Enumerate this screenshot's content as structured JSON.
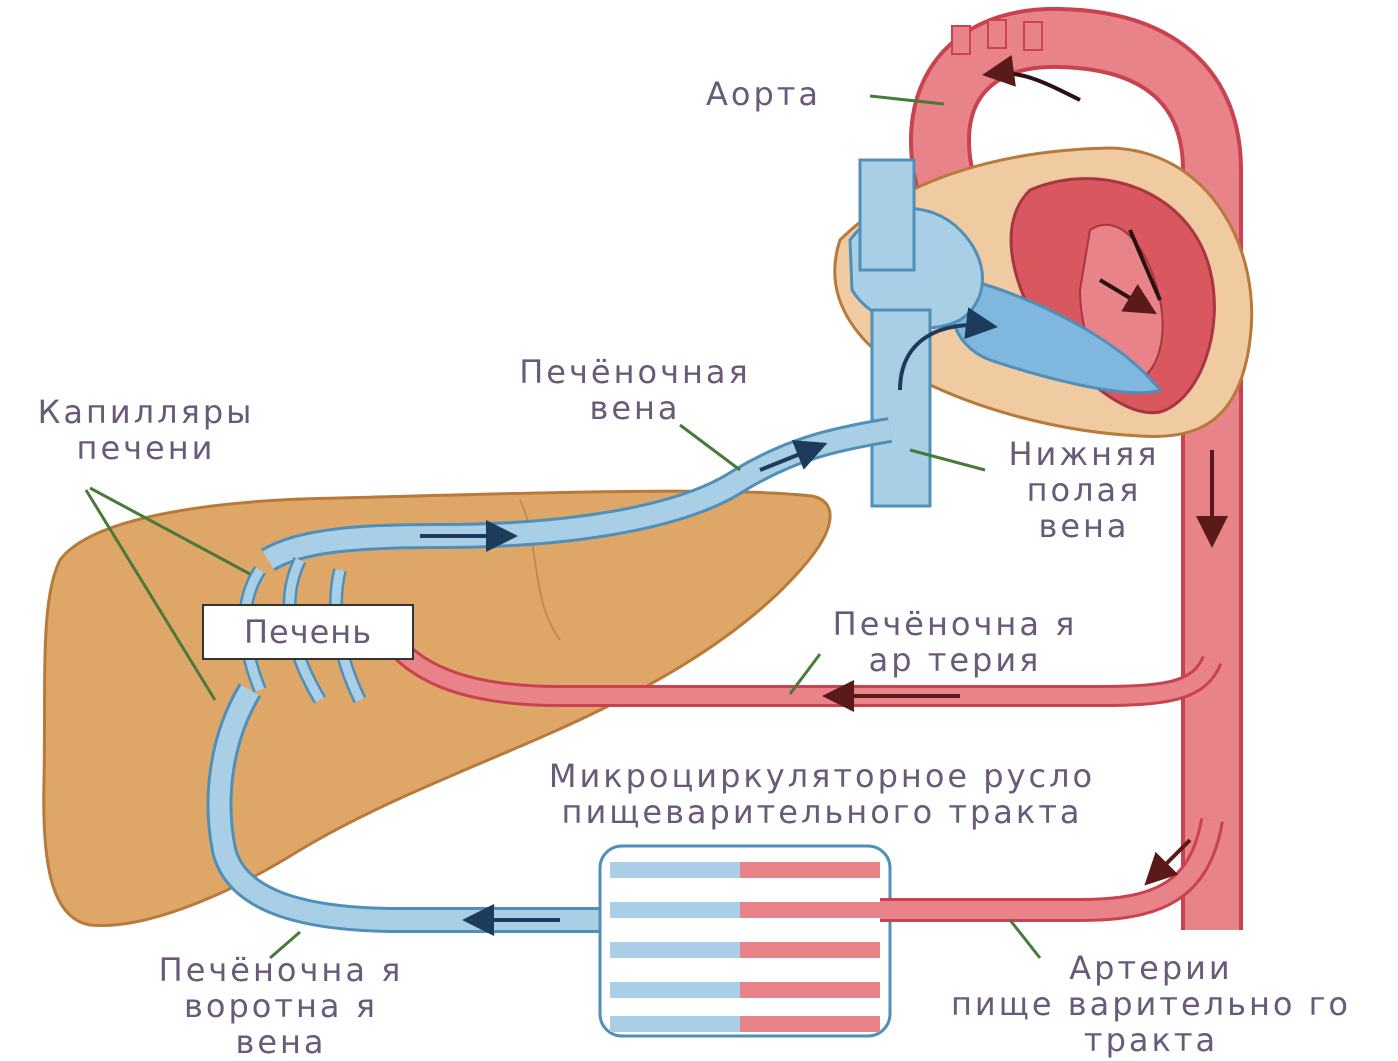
{
  "labels": {
    "aorta": "Аорта",
    "hepatic_vein": [
      "Печёночная",
      "вена"
    ],
    "liver_capillaries": [
      "Капилляры",
      "печени"
    ],
    "inferior_vena_cava": [
      "Нижняя",
      "полая",
      "вена"
    ],
    "liver": "Печень",
    "hepatic_artery": [
      "Печёночна я",
      "ар терия"
    ],
    "microcirculation": [
      "Микроциркуляторное русло",
      "пищеварительного тракта"
    ],
    "portal_vein": [
      "Печёночна я",
      "воротна я",
      "вена"
    ],
    "digestive_arteries": [
      "Артерии",
      "пище варительно го",
      "тракта"
    ]
  },
  "colors": {
    "artery": "#e8838a",
    "artery_dark": "#c9424f",
    "vein": "#a9cfe6",
    "vein_dark": "#4f8fb8",
    "liver": "#dea768",
    "liver_dark": "#b77a3b",
    "heart_outer": "#f0caa0",
    "label": "#6a5a7a",
    "leader": "#4a7a3a"
  }
}
